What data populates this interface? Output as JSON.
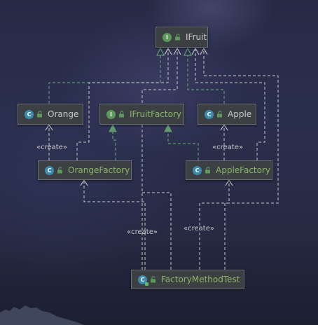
{
  "diagram": {
    "nodes": {
      "ifruit": {
        "name": "IFruit",
        "kind": "interface",
        "badge": "I"
      },
      "orange": {
        "name": "Orange",
        "kind": "class",
        "badge": "C"
      },
      "ifruitfactory": {
        "name": "IFruitFactory",
        "kind": "interface",
        "badge": "I"
      },
      "apple": {
        "name": "Apple",
        "kind": "class",
        "badge": "C"
      },
      "orangefactory": {
        "name": "OrangeFactory",
        "kind": "class",
        "badge": "C"
      },
      "applefactory": {
        "name": "AppleFactory",
        "kind": "class",
        "badge": "C"
      },
      "factorymethodtest": {
        "name": "FactoryMethodTest",
        "kind": "class",
        "badge": "C"
      }
    },
    "labels": {
      "create_orange": "«create»",
      "create_apple": "«create»",
      "create_test_left": "«create»",
      "create_test_right": "«create»"
    },
    "colors": {
      "node_bg": "#3c4043",
      "node_border": "#6b6f73",
      "class_badge": "#3d8ab0",
      "interface_badge": "#5b9a58",
      "interface_text": "#8ab56a",
      "class_text": "#c8c8c8",
      "implements_line": "#5f9a6e",
      "dependency_line": "#c9c9c9"
    }
  }
}
